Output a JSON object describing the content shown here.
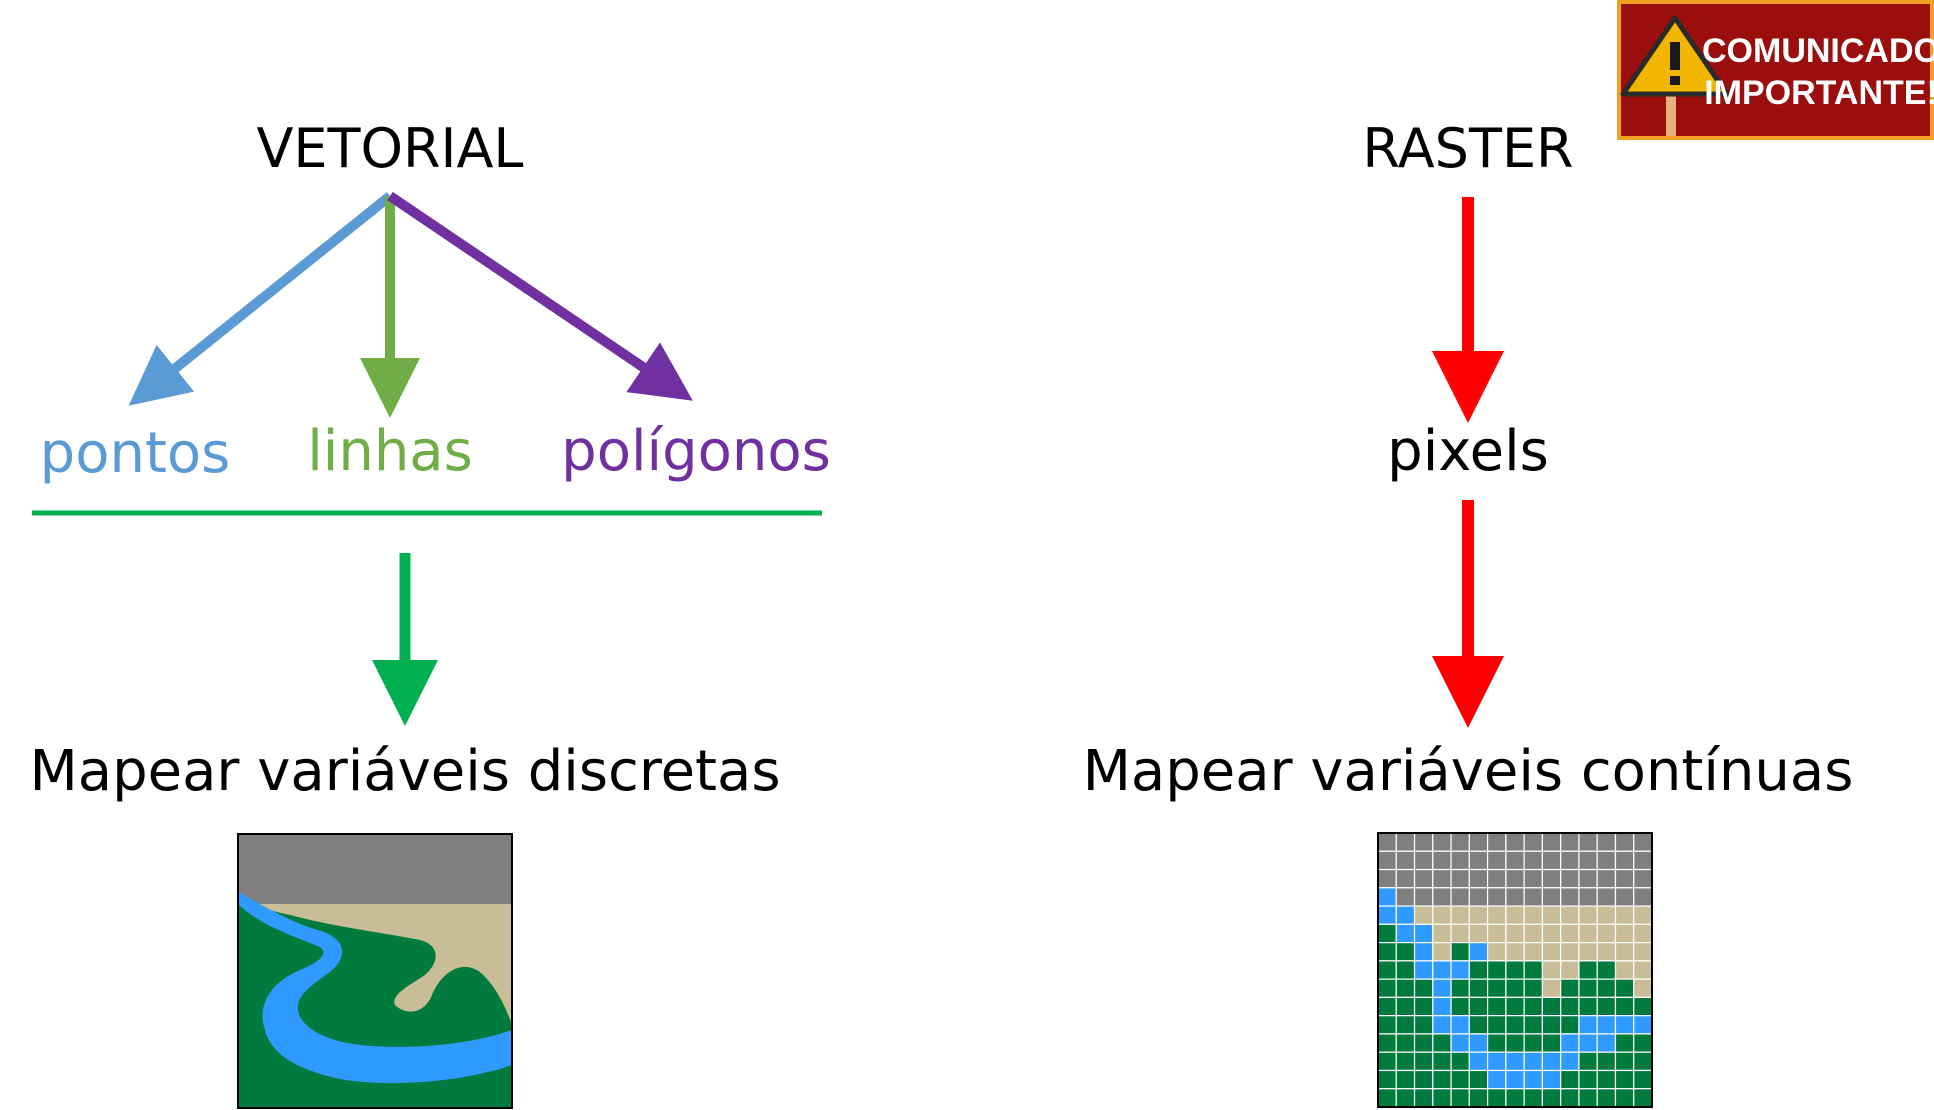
{
  "vetorial": {
    "title": "VETORIAL",
    "branches": [
      "pontos",
      "linhas",
      "polígonos"
    ],
    "result": "Mapear variáveis discretas",
    "icon": "vector-map-illustration"
  },
  "raster": {
    "title": "RASTER",
    "unit": "pixels",
    "result": "Mapear variáveis contínuas",
    "icon": "raster-grid-map-illustration"
  },
  "badge": {
    "line1": "COMUNICADO",
    "line2": "IMPORTANTE!",
    "icon": "warning-sign-icon"
  },
  "colors": {
    "pontos": "#5b9bd5",
    "linhas": "#70ad47",
    "poligonos": "#7030a0",
    "underline": "#00b050",
    "raster_arrows": "#ff0000",
    "map_gray": "#7f7f7f",
    "map_sand": "#c8bd96",
    "map_green": "#007a3d",
    "map_water": "#2f9aff",
    "badge_bg": "#9b0e0e",
    "badge_border": "#f0a020"
  },
  "raster_grid": {
    "rows": [
      "GGGGGGGGGGGGGGG",
      "GGGGGGGGGGGGGGG",
      "GGGGGGGGGGGGGGG",
      "WGGGGGGGGGGGGGG",
      "WWSSSSSSSSSSSSS",
      "VWWSSSSSSSSSSSS",
      "VVWSVWSSSSSSSSS",
      "VVWWWVVVVSSVVSS",
      "VVVWVVVVVSVVVVS",
      "VVVWVVVVVVVVVVV",
      "VVVWWVVVVVVWWWW",
      "VVVVWWVVVVWWWVV",
      "VVVVVWWWWWWVVVV",
      "VVVVVVWWWWVVVVV",
      "VVVVVVVVVVVVVVV"
    ]
  }
}
